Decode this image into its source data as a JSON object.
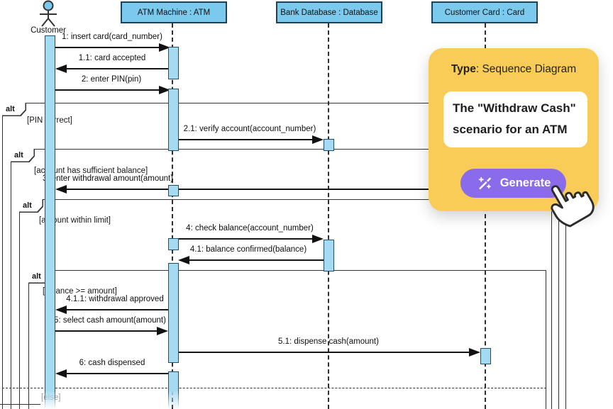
{
  "diagram": {
    "actor": {
      "label": "Customer"
    },
    "lifelines": [
      {
        "label": "ATM Machine : ATM"
      },
      {
        "label": "Bank Database : Database"
      },
      {
        "label": "Customer Card : Card"
      }
    ],
    "fragments": [
      {
        "operator": "alt",
        "guard": "[PIN correct]"
      },
      {
        "operator": "alt",
        "guard": "[account has sufficient balance]"
      },
      {
        "operator": "alt",
        "guard": "[amount within limit]"
      },
      {
        "operator": "alt",
        "guard": "[balance >= amount]",
        "else_guard": "[else]"
      }
    ],
    "messages": [
      {
        "label": "1: insert card(card_number)"
      },
      {
        "label": "1.1: card accepted"
      },
      {
        "label": "2: enter PIN(pin)"
      },
      {
        "label": "2.1: verify account(account_number)"
      },
      {
        "label": "3: enter withdrawal amount(amount)"
      },
      {
        "label": "4: check balance(account_number)"
      },
      {
        "label": "4.1: balance confirmed(balance)"
      },
      {
        "label": "4.1.1: withdrawal approved"
      },
      {
        "label": "5: select cash amount(amount)"
      },
      {
        "label": "6: cash dispensed"
      },
      {
        "label": "5.1: dispense cash(amount)"
      }
    ]
  },
  "overlay": {
    "title_bold": "Type",
    "title_rest": ": Sequence Diagram",
    "description": "The \"Withdraw Cash\" scenario for an ATM",
    "button_label": "Generate",
    "icons": {
      "button_icon": "magic-wand-icon",
      "cursor_icon": "hand-pointer-icon"
    }
  },
  "colors": {
    "lifeline_fill": "#7CC9EE",
    "activation_fill": "#A5DAF3",
    "card_yellow": "#F9CB57",
    "button_purple": "#8A6CEA"
  }
}
